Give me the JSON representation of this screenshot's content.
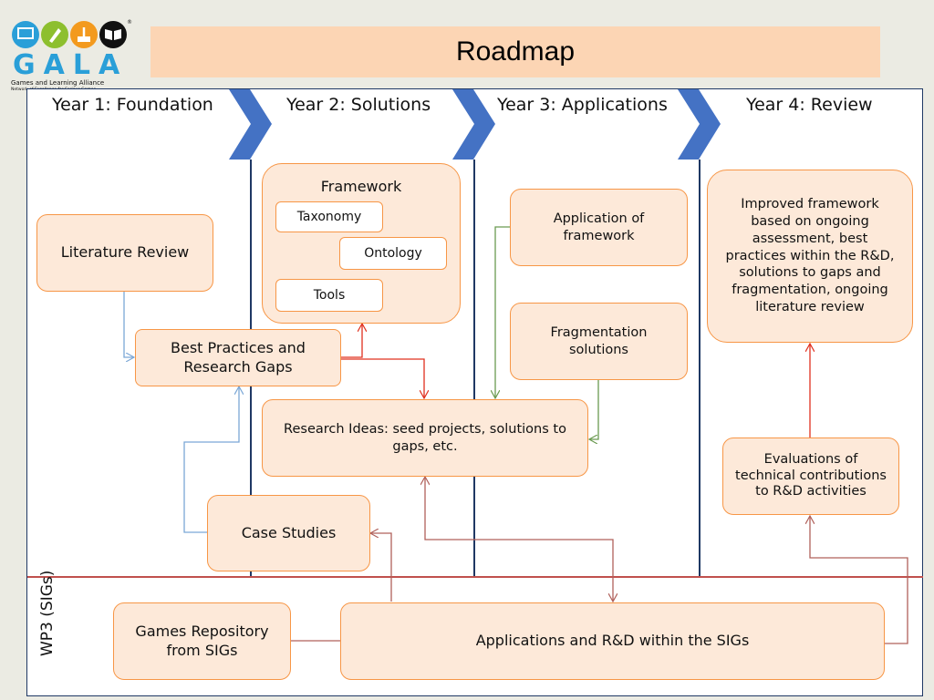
{
  "logo": {
    "wordmark": "GALA",
    "tagline": "Games and Learning Alliance",
    "subtagline": "Network of Excellence for Serious Games"
  },
  "header": {
    "title": "Roadmap"
  },
  "years": [
    {
      "label": "Year 1: Foundation"
    },
    {
      "label": "Year 2: Solutions"
    },
    {
      "label": "Year 3: Applications"
    },
    {
      "label": "Year 4: Review"
    }
  ],
  "nodes": {
    "literature_review": "Literature Review",
    "best_practices": "Best Practices and Research Gaps",
    "framework": "Framework",
    "taxonomy": "Taxonomy",
    "ontology": "Ontology",
    "tools": "Tools",
    "research_ideas": "Research Ideas: seed projects, solutions to gaps, etc.",
    "case_studies": "Case Studies",
    "application_framework": "Application of framework",
    "fragmentation": "Fragmentation solutions",
    "improved_framework": "Improved framework based on ongoing assessment, best practices within the R&D, solutions to gaps and fragmentation, ongoing literature review",
    "evaluations": "Evaluations of technical contributions to R&D activities",
    "games_repository": "Games Repository from SIGs",
    "applications_rd": "Applications and R&D within the SIGs"
  },
  "wp3": {
    "label": "WP3 (SIGs)"
  },
  "colors": {
    "box_fill": "#fde9d9",
    "box_border": "#f79646",
    "chevron": "#4472c4",
    "divider": "#1f3864",
    "wp3_line": "#c0504d",
    "arrow_blue": "#7ba7d6",
    "arrow_red": "#e0301e",
    "arrow_green": "#6a9a50",
    "arrow_brown": "#b0605a",
    "title_bar": "#fcd5b4"
  }
}
